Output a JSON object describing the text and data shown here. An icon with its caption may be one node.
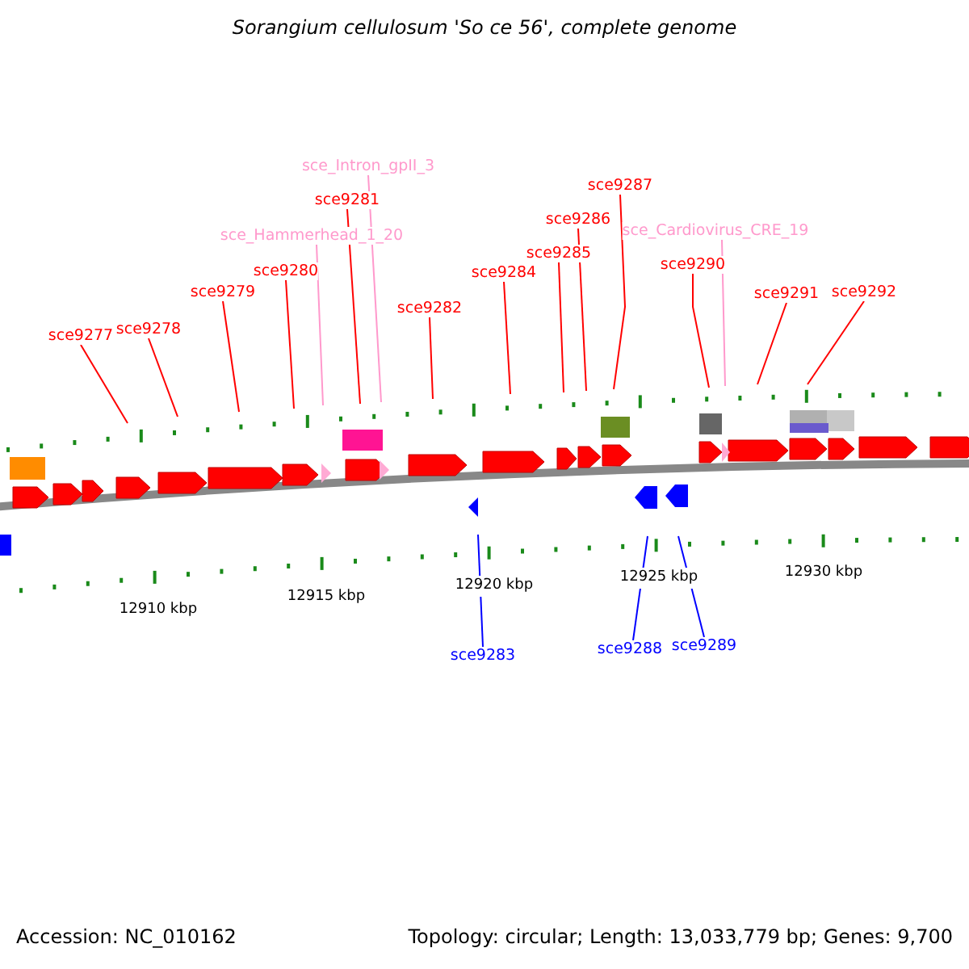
{
  "diagram": {
    "title": "Sorangium cellulosum 'So ce 56', complete genome",
    "nodes": [
      {
        "text": [
          "sce9277"
        ]
      },
      {
        "text": [
          "sce9278"
        ]
      },
      {
        "text": [
          "sce9279"
        ]
      },
      {
        "text": [
          "sce9280"
        ]
      },
      {
        "text": [
          "sce_Hammerhead_1_20"
        ]
      },
      {
        "text": [
          "sce9281"
        ]
      },
      {
        "text": [
          "sce_Intron_gpII_3"
        ]
      },
      {
        "text": [
          "sce9282"
        ]
      },
      {
        "text": [
          "sce9284"
        ]
      },
      {
        "text": [
          "sce9285"
        ]
      },
      {
        "text": [
          "sce9286"
        ]
      },
      {
        "text": [
          "sce9287"
        ]
      },
      {
        "text": [
          "sce_Cardiovirus_CRE_19"
        ]
      },
      {
        "text": [
          "sce9290"
        ]
      },
      {
        "text": [
          "sce9291"
        ]
      },
      {
        "text": [
          "sce9292"
        ]
      },
      {
        "text": [
          "sce9283"
        ]
      },
      {
        "text": [
          "sce9288"
        ]
      },
      {
        "text": [
          "sce9289"
        ]
      }
    ],
    "edges": [
      {
        "from": 0,
        "to": null,
        "arrow": "none"
      },
      {
        "from": 1,
        "to": null,
        "arrow": "none"
      },
      {
        "from": 2,
        "to": null,
        "arrow": "none"
      },
      {
        "from": 3,
        "to": null,
        "arrow": "none"
      },
      {
        "from": 4,
        "to": null,
        "arrow": "none",
        "color": "#ff99cc"
      },
      {
        "from": 5,
        "to": null,
        "arrow": "none"
      },
      {
        "from": 6,
        "to": null,
        "arrow": "none",
        "color": "#ff99cc"
      },
      {
        "from": 7,
        "to": null,
        "arrow": "none"
      },
      {
        "from": 8,
        "to": null,
        "arrow": "none"
      },
      {
        "from": 9,
        "to": null,
        "arrow": "none"
      },
      {
        "from": 10,
        "to": null,
        "arrow": "none"
      },
      {
        "from": 11,
        "to": null,
        "arrow": "none"
      },
      {
        "from": 12,
        "to": null,
        "arrow": "none",
        "color": "#ff99cc"
      },
      {
        "from": 13,
        "to": null,
        "arrow": "none"
      },
      {
        "from": 14,
        "to": null,
        "arrow": "none"
      },
      {
        "from": 15,
        "to": null,
        "arrow": "none"
      },
      {
        "from": 16,
        "to": null,
        "arrow": "none",
        "color": "#0000ff"
      },
      {
        "from": 17,
        "to": null,
        "arrow": "none",
        "color": "#0000ff"
      },
      {
        "from": 18,
        "to": null,
        "arrow": "none",
        "color": "#0000ff"
      }
    ],
    "labels": [
      "12910 kbp",
      "12915 kbp",
      "12920 kbp",
      "12925 kbp",
      "12930 kbp",
      "Accession: NC_010162",
      "Topology: circular; Length: 13,033,779 bp; Genes: 9,700"
    ]
  }
}
